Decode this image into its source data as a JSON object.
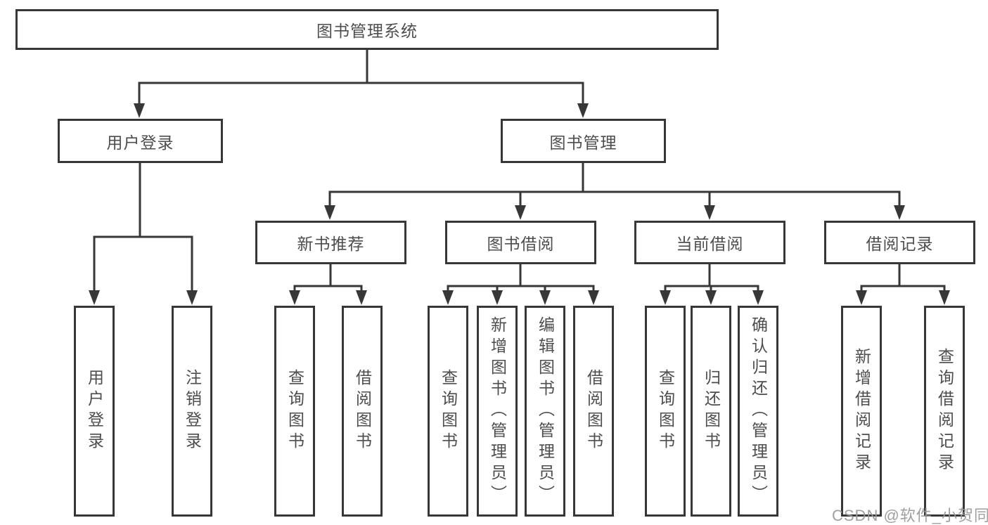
{
  "title": "图书管理系统",
  "level2": [
    "用户登录",
    "图书管理"
  ],
  "level3": [
    "新书推荐",
    "图书借阅",
    "当前借阅",
    "借阅记录"
  ],
  "leaves": {
    "login": [
      "用户登录",
      "注销登录"
    ],
    "recommend": [
      "查询图书",
      "借阅图书"
    ],
    "borrow": [
      "查询图书",
      "新增图书（管理员）",
      "编辑图书（管理员）",
      "借阅图书"
    ],
    "current": [
      "查询图书",
      "归还图书",
      "确认归还（管理员）"
    ],
    "records": [
      "新增借阅记录",
      "查询借阅记录"
    ]
  },
  "watermark": "CSDN @软件_小贺同学",
  "colors": {
    "line": "#373737",
    "text": "#4d4d4d",
    "watermark": "#98989b",
    "background": "#ffffff"
  }
}
